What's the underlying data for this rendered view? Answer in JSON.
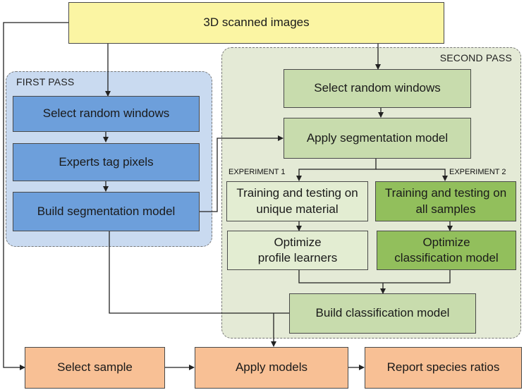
{
  "regions": {
    "first_pass": "FIRST PASS",
    "second_pass": "SECOND PASS"
  },
  "nodes": {
    "scanned": "3D scanned images",
    "fp_select": "Select random windows",
    "fp_tag": "Experts tag pixels",
    "fp_build": "Build segmentation model",
    "sp_select": "Select random windows",
    "sp_apply": "Apply segmentation model",
    "exp1_train": [
      "Training and testing on",
      "unique material"
    ],
    "exp1_opt": [
      "Optimize",
      "profile learners"
    ],
    "exp2_train": [
      "Training and testing on",
      "all samples"
    ],
    "exp2_opt": [
      "Optimize",
      "classification model"
    ],
    "build_class": "Build classification model",
    "select_sample": "Select sample",
    "apply_models": "Apply models",
    "report": "Report species ratios"
  },
  "experiments": {
    "exp1": "EXPERIMENT 1",
    "exp2": "EXPERIMENT 2"
  },
  "colors": {
    "yellow": "#fbf5a3",
    "blue_node": "#6d9fdb",
    "blue_region": "#c9daf0",
    "green_region": "#e4ead6",
    "light_green": "#c8dcad",
    "very_light_green": "#e3edd2",
    "dark_green": "#92bf5c",
    "orange": "#f8c095"
  }
}
